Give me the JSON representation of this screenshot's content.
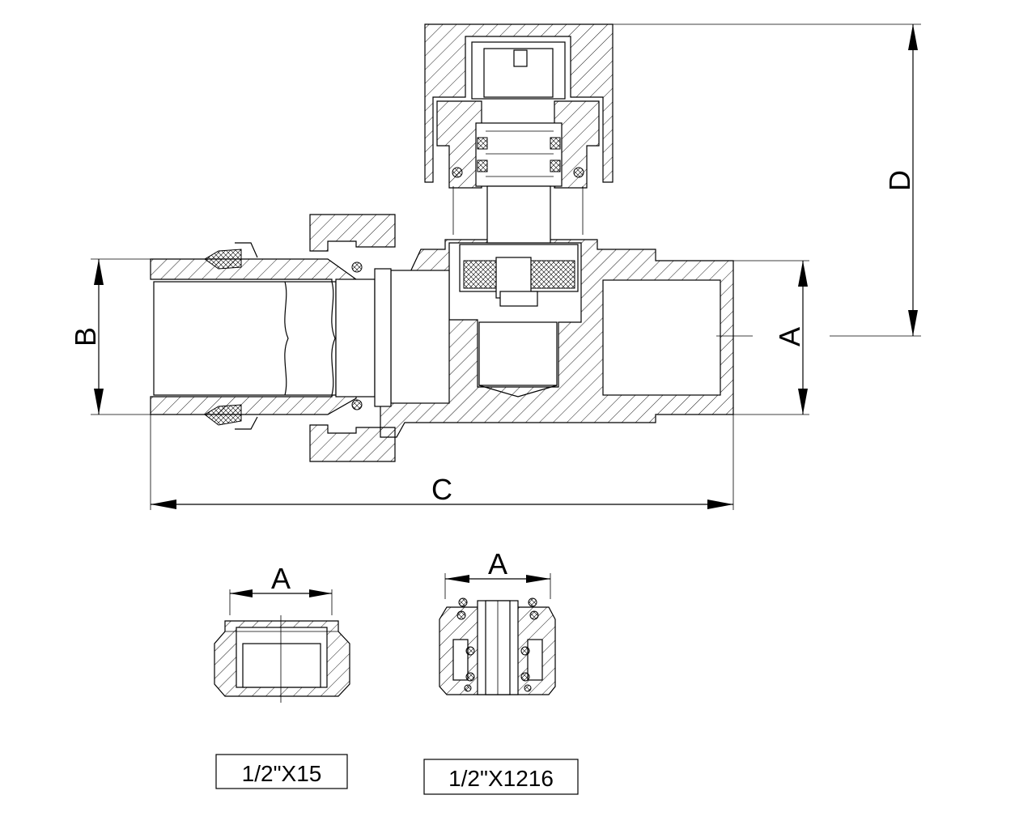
{
  "labels": {
    "dim_a": "A",
    "dim_b": "B",
    "dim_c": "C",
    "dim_d": "D",
    "detail1_dim": "A",
    "detail2_dim": "A",
    "caption1": "1/2\"X15",
    "caption2": "1/2\"X1216"
  }
}
